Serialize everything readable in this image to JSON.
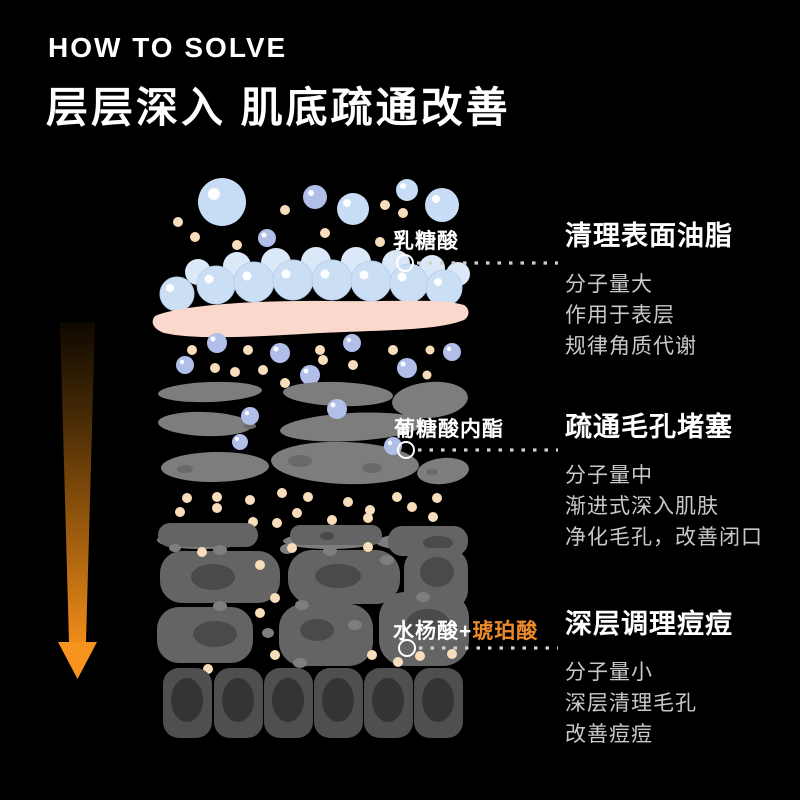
{
  "header": {
    "eyebrow": "HOW TO SOLVE",
    "title": "层层深入 肌底疏通改善"
  },
  "callouts": [
    {
      "marker": "乳糖酸",
      "marker_highlight": "",
      "title": "清理表面油脂",
      "lines": [
        "分子量大",
        "作用于表层",
        "规律角质代谢"
      ]
    },
    {
      "marker": "葡糖酸内酯",
      "marker_highlight": "",
      "title": "疏通毛孔堵塞",
      "lines": [
        "分子量中",
        "渐进式深入肌肤",
        "净化毛孔，改善闭口"
      ]
    },
    {
      "marker": "水杨酸+",
      "marker_highlight": "琥珀酸",
      "title": "深层调理痘痘",
      "lines": [
        "分子量小",
        "深层清理毛孔",
        "改善痘痘"
      ]
    }
  ],
  "icons": {
    "arrow": "depth-arrow-icon",
    "illustration": "skin-layers-illustration",
    "connector": "callout-connector"
  },
  "colors": {
    "bg": "#000000",
    "accent_orange": "#ED8B2B",
    "title_white": "#FFFFFF",
    "body_gray": "#C9C9C9",
    "connector_gray": "#CFCFCF",
    "foam_front": "#CBDFF4",
    "foam_back": "#DAE8F8",
    "bubble_blue": "#C7DCF5",
    "bubble_lavender": "#B0BEE9",
    "dot_tan": "#F8DDBA",
    "skin_pink": "#FAD8CC",
    "rock_gray": "#7D7D7D",
    "rock_spot": "#696969",
    "cell_mid": "#646464",
    "cell_mid_nucleus": "#4A4A4A",
    "junction_gray": "#7E7E7E",
    "cell_deep": "#4F4F4F",
    "cell_deep_nucleus": "#343434",
    "arrow_orange": "#F7941D"
  }
}
